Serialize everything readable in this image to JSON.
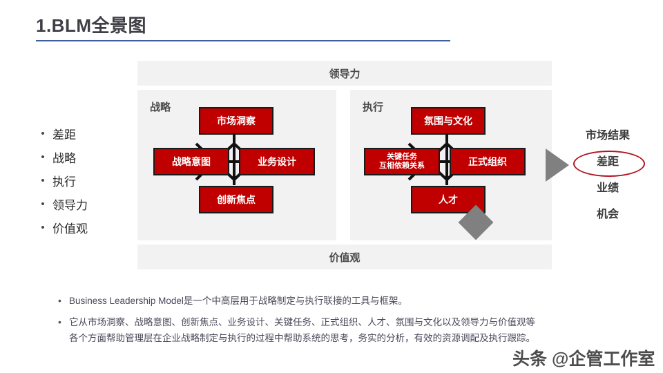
{
  "slide": {
    "title": "1.BLM全景图",
    "accent_blue": "#3F5F9E",
    "accent_red": "#C00000",
    "band_gray": "#F2F2F2",
    "arrow_gray": "#808080"
  },
  "left_list": {
    "bullet": "•",
    "items": [
      {
        "label": "差距"
      },
      {
        "label": "战略"
      },
      {
        "label": "执行"
      },
      {
        "label": "领导力"
      },
      {
        "label": "价值观"
      }
    ]
  },
  "diagram": {
    "top_band": "领导力",
    "bottom_band": "价值观",
    "strategy_panel": {
      "title": "战略",
      "nodes": {
        "top": "市场洞察",
        "left": "战略意图",
        "right": "业务设计",
        "bottom": "创新焦点"
      }
    },
    "execution_panel": {
      "title": "执行",
      "nodes": {
        "top": "氛围与文化",
        "left_line1": "关键任务",
        "left_line2": "互相依赖关系",
        "right": "正式组织",
        "bottom": "人才"
      }
    },
    "middle_connector": "diamond-shape",
    "right_connector": "right-arrow-shape"
  },
  "results": {
    "heading": "市场结果",
    "items": [
      {
        "label": "差距",
        "highlighted": true
      },
      {
        "label": "业绩",
        "highlighted": false
      },
      {
        "label": "机会",
        "highlighted": false
      }
    ]
  },
  "footer": {
    "bullet": "•",
    "lines": [
      "Business Leadership Model是一个中高层用于战略制定与执行联接的工具与框架。",
      "它从市场洞察、战略意图、创新焦点、业务设计、关键任务、正式组织、人才、氛围与文化以及领导力与价值观等",
      "各个方面帮助管理层在企业战略制定与执行的过程中帮助系统的思考，务实的分析，有效的资源调配及执行跟踪。"
    ]
  },
  "watermark": {
    "text": "头条 @企管工作室"
  }
}
